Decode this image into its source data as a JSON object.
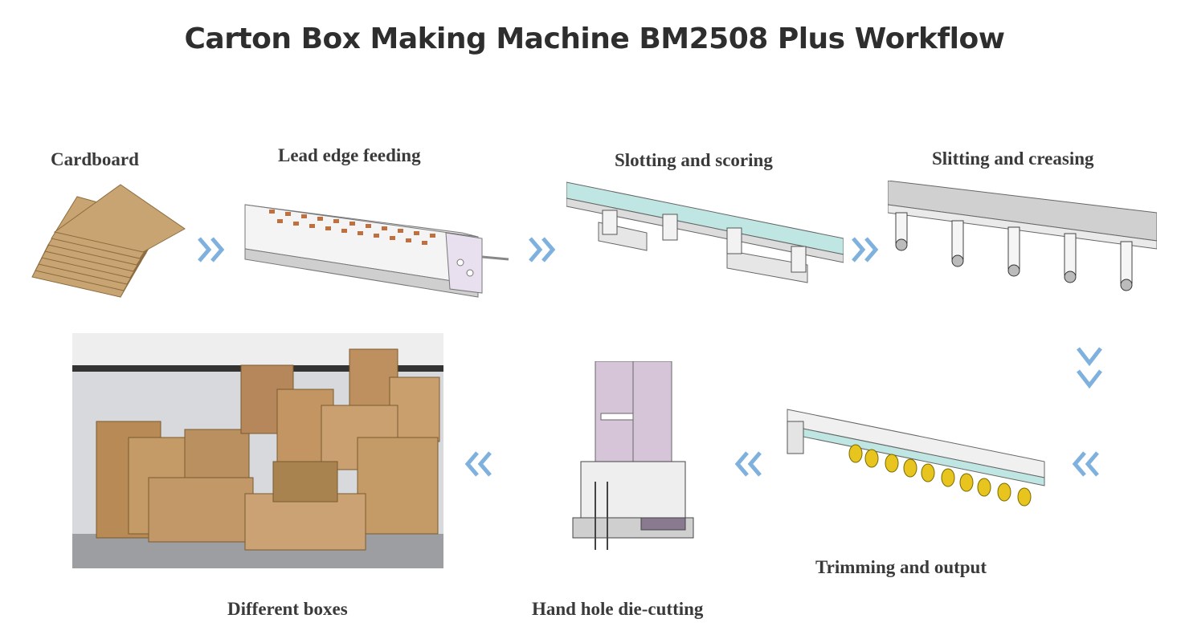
{
  "title": "Carton Box Making Machine BM2508 Plus Workflow",
  "steps": [
    {
      "label": "Cardboard"
    },
    {
      "label": "Lead edge feeding"
    },
    {
      "label": "Slotting and scoring"
    },
    {
      "label": "Slitting and creasing"
    },
    {
      "label": "Trimming and output"
    },
    {
      "label": "Hand hole die-cutting"
    },
    {
      "label": "Different boxes"
    }
  ],
  "colors": {
    "title": "#2e2e2e",
    "label": "#3a3a3a",
    "arrow": "#7fb1df",
    "cardboard": "#c8a473",
    "frame": "#d9d9d9",
    "accent_teal": "#bfe6e2",
    "roller_yellow": "#e8c51e",
    "diecut_purple": "#d6c5d9"
  },
  "arrows": [
    "chevron-right",
    "chevron-right",
    "chevron-right",
    "chevron-down",
    "chevron-left",
    "chevron-left",
    "chevron-left"
  ]
}
